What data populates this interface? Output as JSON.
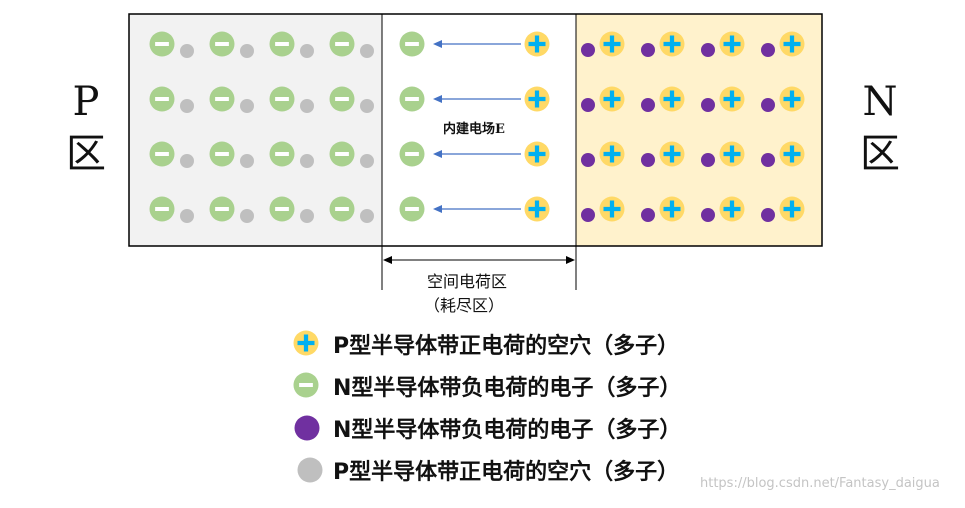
{
  "labels": {
    "p_letter": "P",
    "p_word": "区",
    "n_letter": "N",
    "n_word": "区",
    "field": "内建电场E",
    "depletion_line1": "空间电荷区",
    "depletion_line2": "（耗尽区）"
  },
  "colors": {
    "p_region_fill": "#f2f2f2",
    "n_region_fill": "#fff2cc",
    "minus_fill": "#a9d18e",
    "plus_fill": "#ffd966",
    "plus_sign": "#00b0f0",
    "electron": "#7030a0",
    "hole": "#bfbfbf",
    "arrow": "#4472c4"
  },
  "legend": [
    {
      "symbol": "plus-ion",
      "text": "P型半导体带正电荷的空穴（多子）"
    },
    {
      "symbol": "minus-ion",
      "text": "N型半导体带负电荷的电子（多子）"
    },
    {
      "symbol": "electron-dot",
      "text": "N型半导体带负电荷的电子（多子）"
    },
    {
      "symbol": "hole-dot",
      "text": "P型半导体带正电荷的空穴（多子）"
    }
  ],
  "watermark": "https://blog.csdn.net/Fantasy_daigua"
}
